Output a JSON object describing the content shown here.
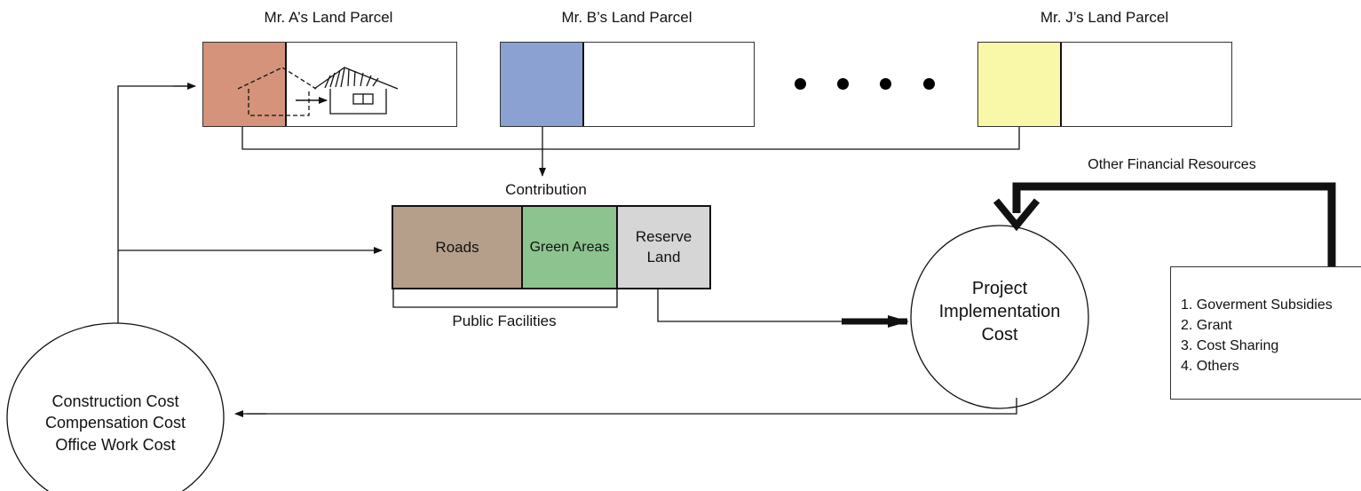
{
  "parcels": [
    {
      "label": "Mr. A’s Land Parcel",
      "color": "#d4937a"
    },
    {
      "label": "Mr. B’s Land Parcel",
      "color": "#8aa1d1"
    },
    {
      "label": "Mr. J’s Land Parcel",
      "color": "#f8f8a8"
    }
  ],
  "contribution": {
    "label": "Contribution",
    "segments": [
      {
        "label": "Roads",
        "color": "#b59f8b"
      },
      {
        "label": "Green Areas",
        "color": "#8cc38e"
      },
      {
        "label": "Reserve Land",
        "color": "#d6d6d6"
      }
    ],
    "public_facilities_label": "Public Facilities"
  },
  "project_cost": {
    "label": "Project Implementation Cost"
  },
  "costs": {
    "lines": [
      "Construction Cost",
      "Compensation Cost",
      "Office Work Cost"
    ]
  },
  "financial": {
    "label": "Other Financial Resources",
    "items": [
      "1. Goverment Subsidies",
      "2. Grant",
      "3. Cost Sharing",
      "4. Others"
    ]
  }
}
